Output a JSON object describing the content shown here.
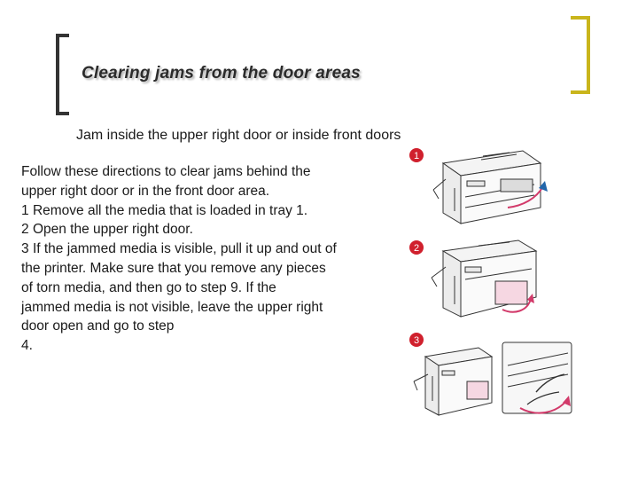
{
  "slide": {
    "title": "Clearing jams from the door areas",
    "subtitle": "Jam inside the upper right door or inside front doors",
    "body_lines": [
      "Follow these directions to clear jams behind the",
      "upper right door or in the front door area."
    ],
    "steps": [
      {
        "number": "1",
        "lines": [
          "Remove all the media that is loaded in tray 1."
        ]
      },
      {
        "number": "2",
        "lines": [
          "Open the upper right door."
        ]
      },
      {
        "number": "3",
        "lines": [
          "If the jammed media is visible, pull it up and out of",
          "the printer. Make sure that you remove any pieces",
          "of torn media, and then go to step 9. If the",
          "jammed media is not visible, leave the upper right",
          "door open and go to step",
          "4."
        ]
      }
    ],
    "figures": [
      {
        "badge": "1"
      },
      {
        "badge": "2"
      },
      {
        "badge": "3"
      }
    ],
    "colors": {
      "accent_bracket": "#c9b51c",
      "badge": "#d0202d",
      "arrow_pink": "#d23a6a",
      "line_dark": "#333333"
    }
  }
}
